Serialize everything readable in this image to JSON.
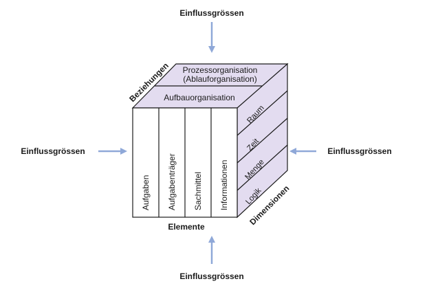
{
  "influence": {
    "top": "Einflussgrössen",
    "left": "Einflussgrössen",
    "right": "Einflussgrössen",
    "bottom": "Einflussgrössen"
  },
  "axes": {
    "relations": "Beziehungen",
    "elements": "Elemente",
    "dimensions": "Dimensionen"
  },
  "top_face": {
    "line1": "Prozessorganisation",
    "line2": "(Ablauforganisation)",
    "front_row": "Aufbauorganisation"
  },
  "front_columns": [
    "Aufgaben",
    "Aufgabenträger",
    "Sachmittel",
    "Informationen"
  ],
  "side_rows": [
    "Raum",
    "Zeit",
    "Menge",
    "Logik"
  ],
  "colors": {
    "lavender": "#e3dcf0",
    "arrow": "#8fa8d8",
    "line": "#1a1a1a"
  }
}
